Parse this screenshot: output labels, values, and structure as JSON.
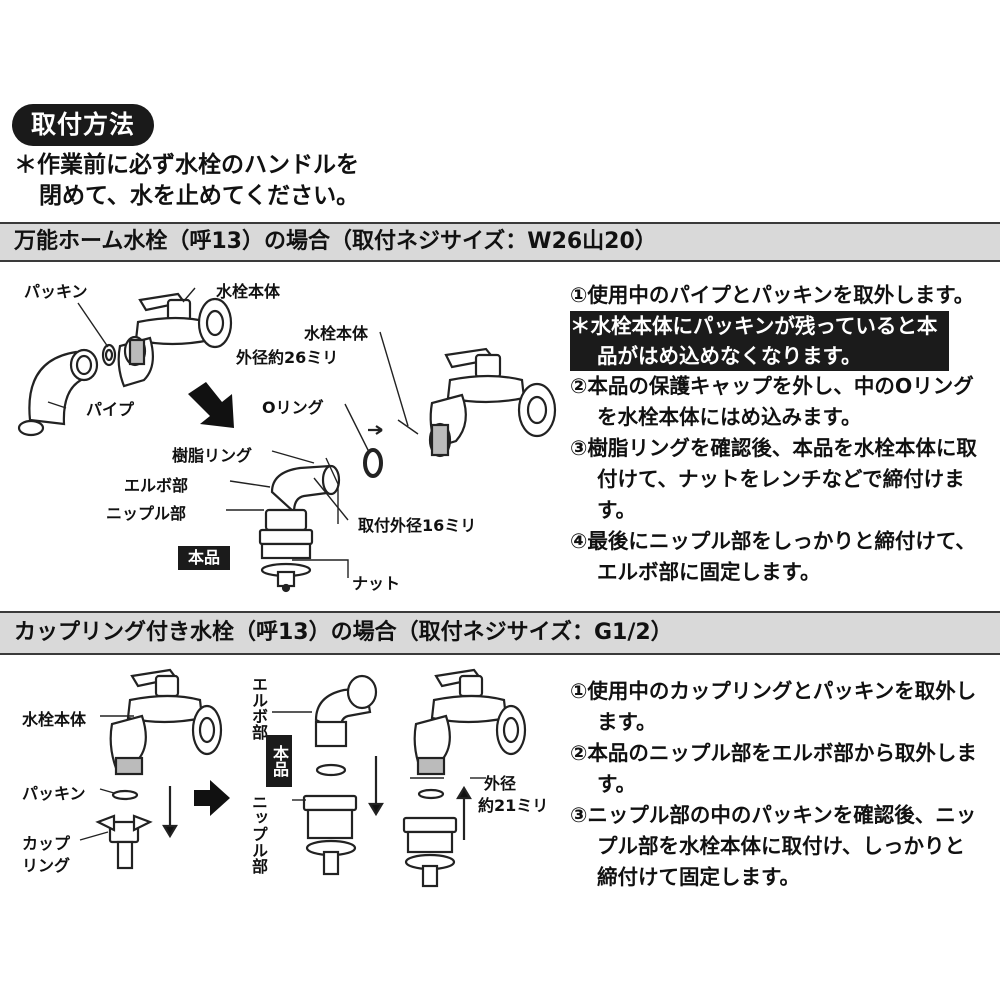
{
  "title": "取付方法",
  "note": {
    "line1": "＊作業前に必ず水栓のハンドルを",
    "line2": "閉めて、水を止めてください。"
  },
  "section1": {
    "header": "万能ホーム水栓（呼13）の場合（取付ネジサイズ：W26山20）",
    "labels": {
      "packing": "パッキン",
      "faucet_body_top": "水栓本体",
      "pipe": "パイプ",
      "faucet_body_mid": "水栓本体",
      "outer_diameter": "外径約26ミリ",
      "o_ring": "Oリング",
      "resin_ring": "樹脂リング",
      "elbow": "エルボ部",
      "nipple": "ニップル部",
      "product": "本品",
      "mount_diameter": "取付外径16ミリ",
      "nut": "ナット"
    },
    "steps": [
      "①使用中のパイプとパッキンを取外します。",
      "＊水栓本体にパッキンが残っていると本品がはめ込めなくなります。",
      "②本品の保護キャップを外し、中のOリングを水栓本体にはめ込みます。",
      "③樹脂リングを確認後、本品を水栓本体に取付けて、ナットをレンチなどで締付けます。",
      "④最後にニップル部をしっかりと締付けて、エルボ部に固定します。"
    ]
  },
  "section2": {
    "header": "カップリング付き水栓（呼13）の場合（取付ネジサイズ：G1/2）",
    "labels": {
      "faucet_body": "水栓本体",
      "packing": "パッキン",
      "coupling_1": "カップ",
      "coupling_2": "リング",
      "elbow": "エルボ部",
      "product": "本品",
      "nipple": "ニップル部",
      "outer_1": "外径",
      "outer_2": "約21ミリ"
    },
    "steps": [
      "①使用中のカップリングとパッキンを取外します。",
      "②本品のニップル部をエルボ部から取外します。",
      "③ニップル部の中のパッキンを確認後、ニップル部を水栓本体に取付け、しっかりと締付けて固定します。"
    ]
  }
}
